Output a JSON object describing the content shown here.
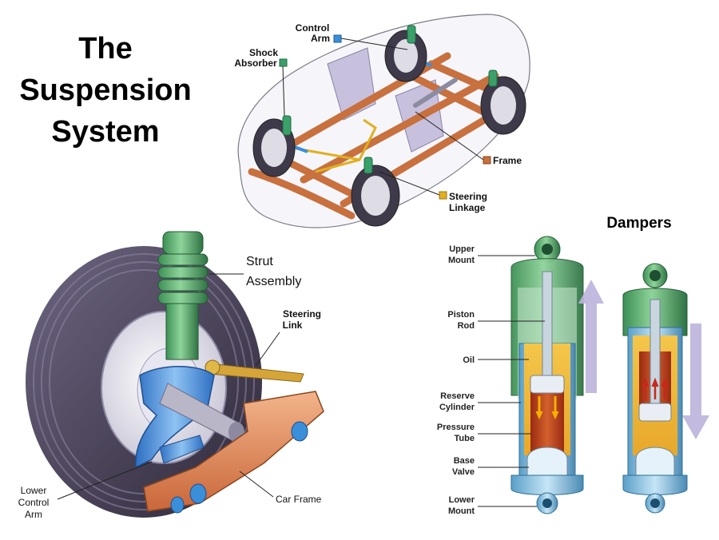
{
  "title": {
    "lines": [
      "The",
      "Suspension",
      "System"
    ]
  },
  "car_diagram": {
    "labels": {
      "control_arm": [
        "Control",
        "Arm"
      ],
      "shock_absorber": [
        "Shock",
        "Absorber"
      ],
      "frame": "Frame",
      "steering_linkage": [
        "Steering",
        "Linkage"
      ]
    },
    "swatch_colors": {
      "control_arm": "#3a8fd8",
      "shock_absorber": "#3aa06a",
      "frame": "#c8703e",
      "steering_linkage": "#e0b020"
    }
  },
  "wheel_diagram": {
    "labels": {
      "strut_assembly": [
        "Strut",
        "Assembly"
      ],
      "steering_link": [
        "Steering",
        "Link"
      ],
      "lower_control_arm": [
        "Lower",
        "Control",
        "Arm"
      ],
      "car_frame": "Car Frame"
    }
  },
  "dampers": {
    "heading": "Dampers",
    "labels": {
      "upper_mount": [
        "Upper",
        "Mount"
      ],
      "piston_rod": [
        "Piston",
        "Rod"
      ],
      "oil": "Oil",
      "reserve_cylinder": [
        "Reserve",
        "Cylinder"
      ],
      "pressure_tube": [
        "Pressure",
        "Tube"
      ],
      "base_valve": [
        "Base",
        "Valve"
      ],
      "lower_mount": [
        "Lower",
        "Mount"
      ]
    }
  }
}
